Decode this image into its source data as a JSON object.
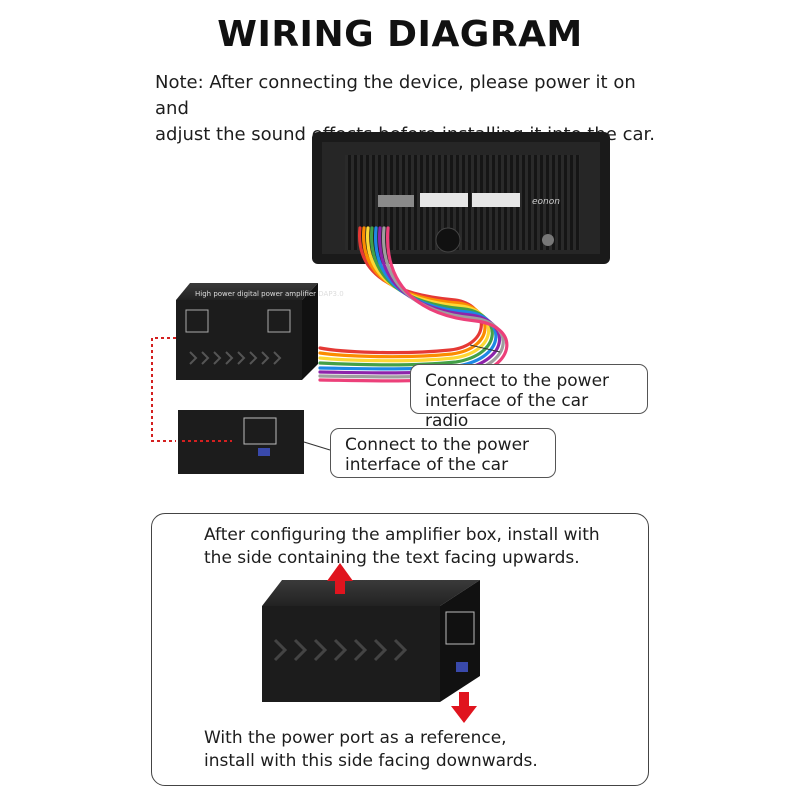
{
  "title": "WIRING DIAGRAM",
  "note": {
    "line1": "Note: After connecting the device, please power it on and",
    "line2": "adjust the sound effects before installing it into the car."
  },
  "radio": {
    "brand": "eonon"
  },
  "amplifier": {
    "label": "High power digital power amplifier DAP3.0"
  },
  "callouts": {
    "car_radio": {
      "line1": "Connect to the power",
      "line2": "interface of the car radio"
    },
    "car": {
      "line1": "Connect to the power",
      "line2": "interface of the car"
    }
  },
  "install_panel": {
    "top_line1": "After configuring the amplifier box, install with",
    "top_line2": "the side containing the text facing upwards.",
    "bottom_line1": "With the power port as a reference,",
    "bottom_line2": "install with this side facing downwards."
  },
  "colors": {
    "arrow_red": "#e0141e",
    "dashed_red": "#d42020",
    "device_body": "#1c1c1c"
  }
}
